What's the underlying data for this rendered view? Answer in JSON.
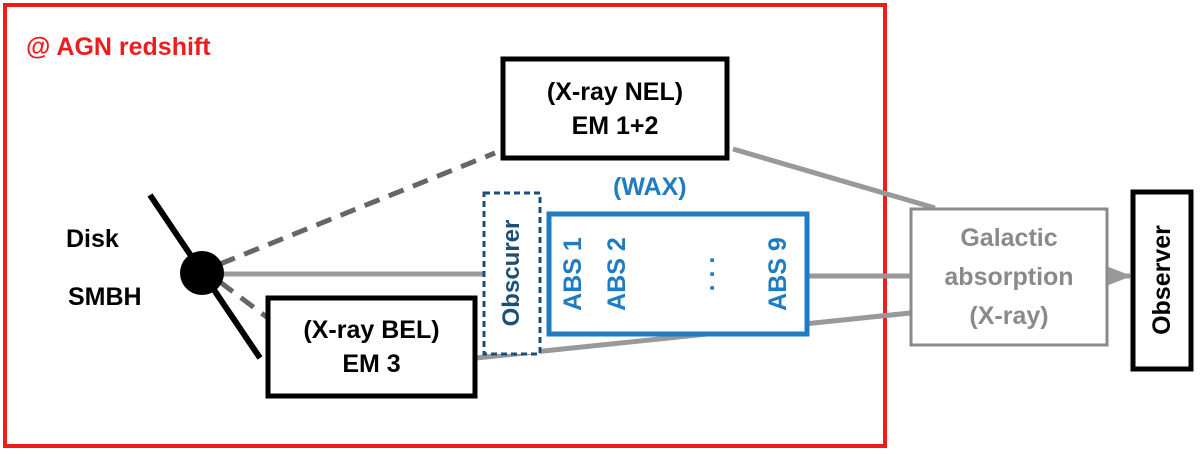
{
  "frame": {
    "label": "@ AGN redshift"
  },
  "source": {
    "disk_label": "Disk",
    "smbh_label": "SMBH"
  },
  "nel_box": {
    "line1": "(X-ray NEL)",
    "line2": "EM 1+2"
  },
  "bel_box": {
    "line1": "(X-ray BEL)",
    "line2": "EM 3"
  },
  "obscurer": {
    "label": "Obscurer"
  },
  "wax": {
    "title": "(WAX)",
    "abs1": "ABS 1",
    "abs2": "ABS 2",
    "dots": ". . .",
    "abs9": "ABS 9"
  },
  "galactic": {
    "line1": "Galactic",
    "line2": "absorption",
    "line3": "(X-ray)"
  },
  "observer": {
    "label": "Observer"
  },
  "colors": {
    "frame": "#ee1c1c",
    "wax": "#1f7bc2",
    "obscurer": "#1b4f7a",
    "gray": "#999999",
    "dash": "#666666",
    "galactic": "#8a8a8a"
  }
}
